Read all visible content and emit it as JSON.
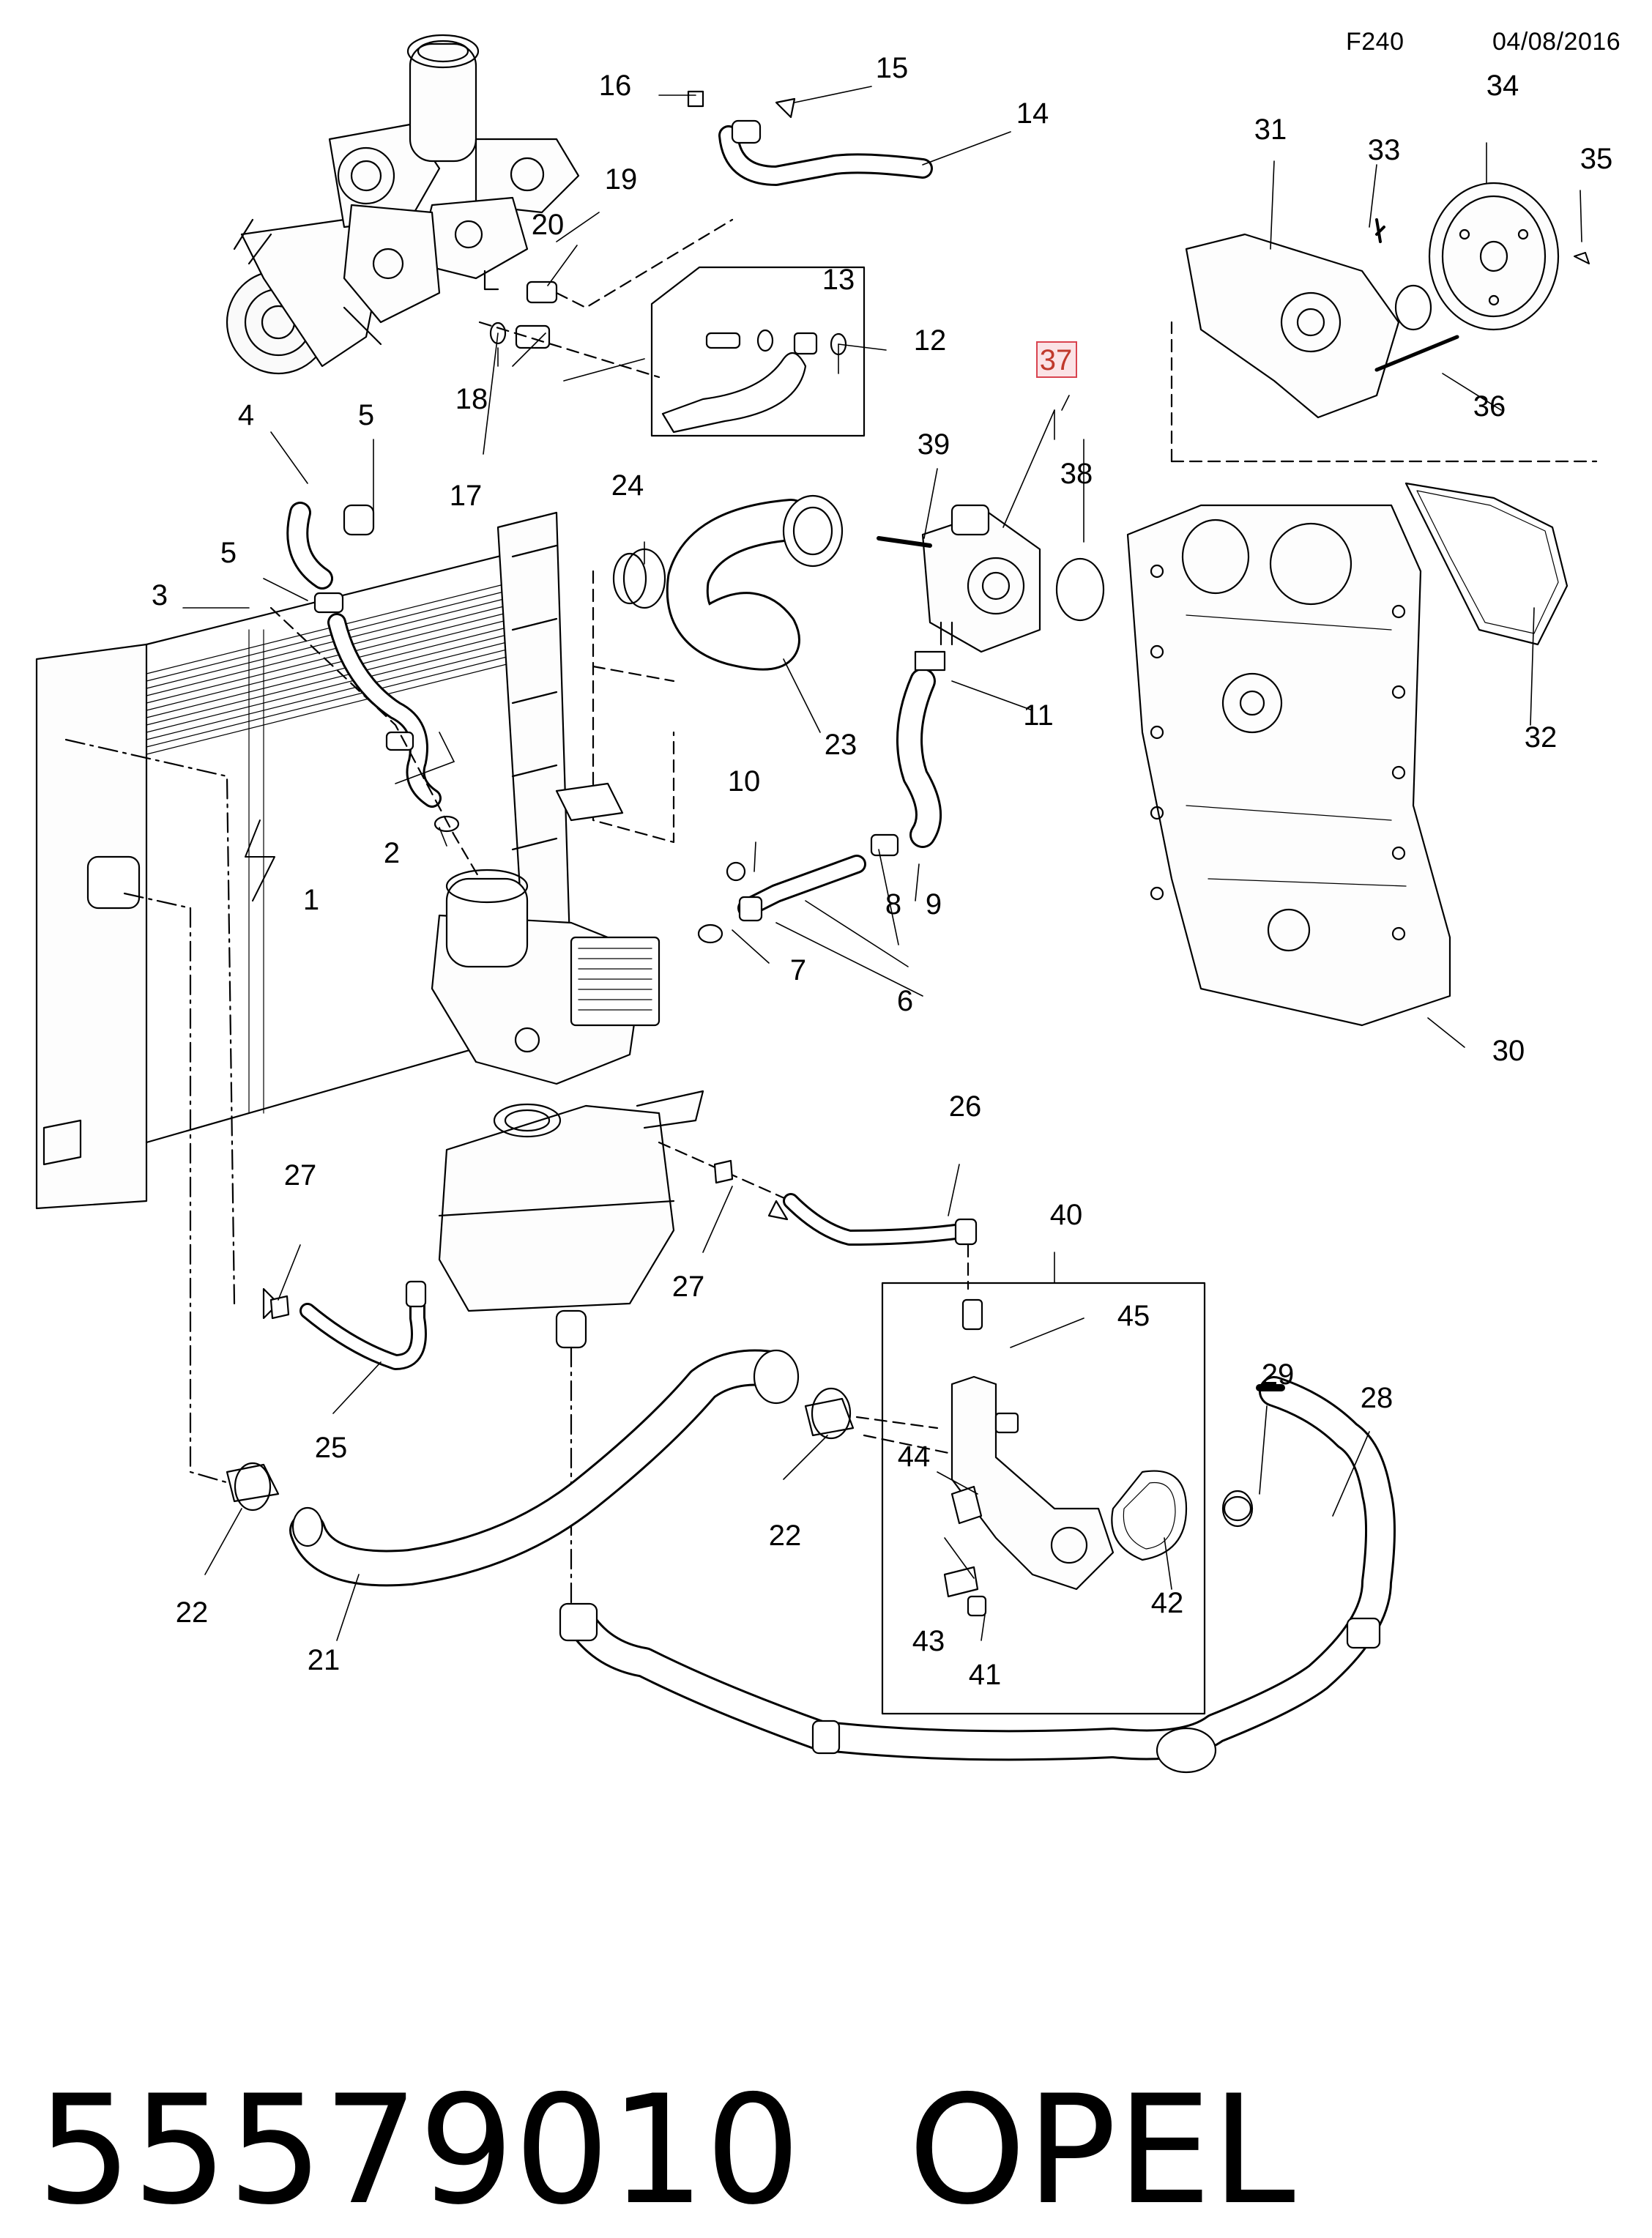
{
  "header": {
    "code": "F240",
    "date": "04/08/2016"
  },
  "footer": {
    "part_number": "55579010",
    "brand": "OPEL"
  },
  "callouts": [
    {
      "num": "1"
    },
    {
      "num": "2"
    },
    {
      "num": "3"
    },
    {
      "num": "4"
    },
    {
      "num": "5"
    },
    {
      "num": "5"
    },
    {
      "num": "6"
    },
    {
      "num": "7"
    },
    {
      "num": "8"
    },
    {
      "num": "9"
    },
    {
      "num": "10"
    },
    {
      "num": "11"
    },
    {
      "num": "12"
    },
    {
      "num": "13"
    },
    {
      "num": "14"
    },
    {
      "num": "15"
    },
    {
      "num": "16"
    },
    {
      "num": "17"
    },
    {
      "num": "18"
    },
    {
      "num": "19"
    },
    {
      "num": "20"
    },
    {
      "num": "21"
    },
    {
      "num": "22"
    },
    {
      "num": "22"
    },
    {
      "num": "23"
    },
    {
      "num": "24"
    },
    {
      "num": "25"
    },
    {
      "num": "26"
    },
    {
      "num": "27"
    },
    {
      "num": "27"
    },
    {
      "num": "28"
    },
    {
      "num": "29"
    },
    {
      "num": "30"
    },
    {
      "num": "31"
    },
    {
      "num": "32"
    },
    {
      "num": "33"
    },
    {
      "num": "34"
    },
    {
      "num": "35"
    },
    {
      "num": "36"
    },
    {
      "num": "37",
      "highlighted": true
    },
    {
      "num": "38"
    },
    {
      "num": "39"
    },
    {
      "num": "40"
    },
    {
      "num": "41"
    },
    {
      "num": "42"
    },
    {
      "num": "43"
    },
    {
      "num": "44"
    },
    {
      "num": "45"
    }
  ],
  "colors": {
    "line": "#000000",
    "highlight_border": "#d9434f",
    "highlight_fill": "#fbe3e6",
    "highlight_text": "#c0392b"
  }
}
